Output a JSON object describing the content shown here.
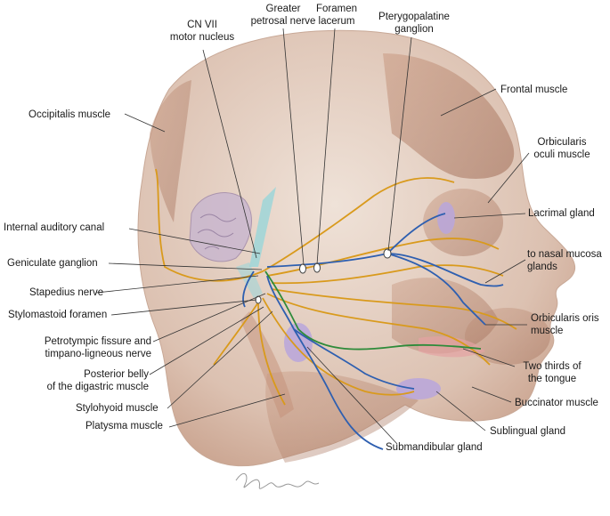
{
  "labels": {
    "cn7_motor_nucleus": [
      "CN VII",
      "motor nucleus"
    ],
    "greater_petrosal_nerve": [
      "Greater",
      "petrosal nerve"
    ],
    "foramen_lacerum": [
      "Foramen",
      "lacerum"
    ],
    "pterygopalatine_ganglion": [
      "Pterygopalatine",
      "ganglion"
    ],
    "occipitalis_muscle": "Occipitalis muscle",
    "frontal_muscle": "Frontal muscle",
    "orbicularis_oculi_muscle": [
      "Orbicularis",
      "oculi muscle"
    ],
    "lacrimal_gland": "Lacrimal gland",
    "internal_auditory_canal": "Internal auditory canal",
    "geniculate_ganglion": "Geniculate ganglion",
    "to_nasal_mucosa_glands": [
      "to nasal mucosa",
      "glands"
    ],
    "stapedius_nerve": "Stapedius nerve",
    "stylomastoid_foramen": "Stylomastoid foramen",
    "orbicularis_oris_muscle": [
      "Orbicularis oris",
      "muscle"
    ],
    "petrotympic_fissure": [
      "Petrotympic fissure and",
      "timpano-ligneous nerve"
    ],
    "posterior_belly_digastric": [
      "Posterior belly",
      "of the digastric muscle"
    ],
    "two_thirds_tongue": [
      "Two thirds of",
      "the tongue"
    ],
    "stylohyoid_muscle": "Stylohyoid muscle",
    "buccinator_muscle": "Buccinator muscle",
    "platysma_muscle": "Platysma muscle",
    "sublingual_gland": "Sublingual gland",
    "submandibular_gland": "Submandibular gland"
  },
  "colors": {
    "motor_nerve": "#d99a1c",
    "parasympathetic_nerve": "#2e5fb0",
    "taste_nerve": "#2e8b3a",
    "gland": "#b9a6dc",
    "skin": "#e3cdbf",
    "muscle": "#b07a63",
    "leader_line": "#333333"
  }
}
